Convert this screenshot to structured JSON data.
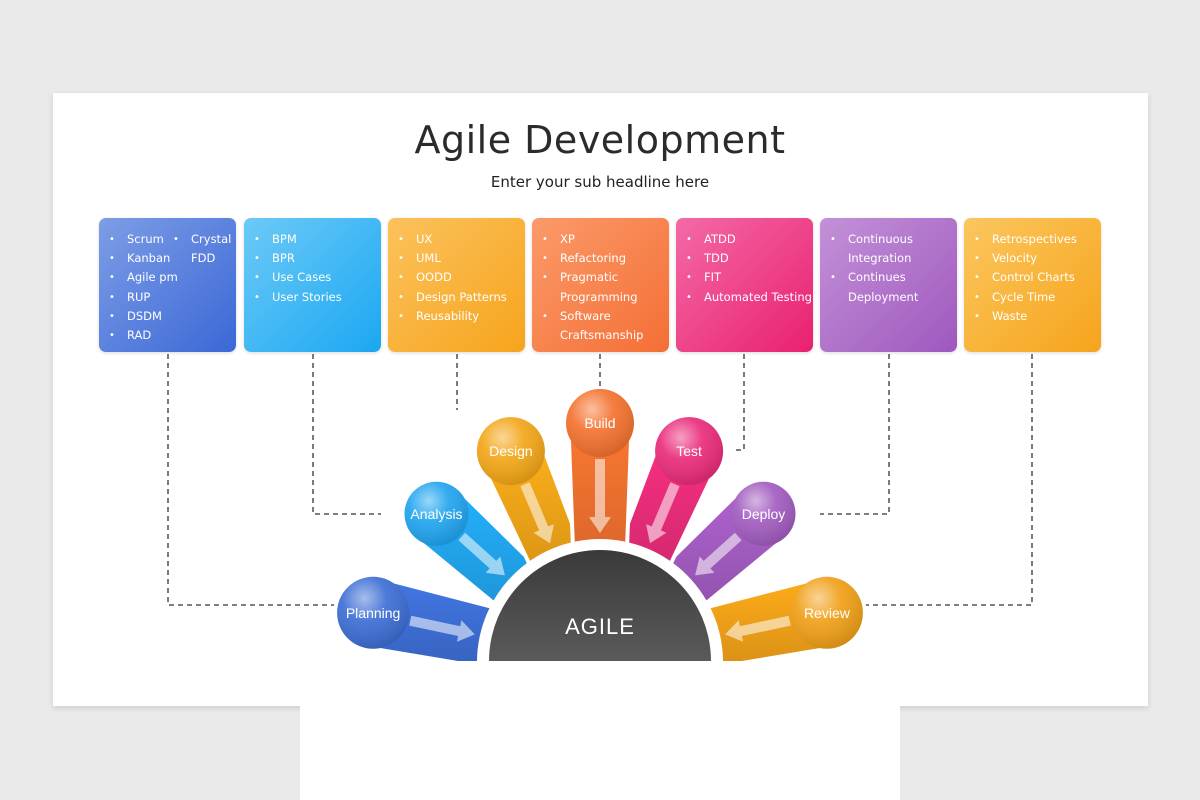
{
  "title": "Agile Development",
  "subtitle": "Enter your sub headline here",
  "center_label": "AGILE",
  "colors": {
    "planning": "#3d6ed4",
    "analysis": "#21a5ef",
    "design": "#f3a618",
    "build": "#f4722f",
    "test": "#ea2c7a",
    "deploy": "#a25cc0",
    "review": "#f0a018",
    "center": "#4a4a4a"
  },
  "boxes": [
    {
      "key": "planning",
      "items": [
        "Scrum",
        "Kanban",
        "Agile pm",
        "RUP",
        "DSDM",
        "RAD"
      ],
      "items_col2": [
        "Crystal",
        "FDD"
      ]
    },
    {
      "key": "analysis",
      "items": [
        "BPM",
        "BPR",
        "Use Cases",
        "User Stories"
      ]
    },
    {
      "key": "design",
      "items": [
        "UX",
        "UML",
        "OODD",
        "Design Patterns",
        "Reusability"
      ]
    },
    {
      "key": "build",
      "items": [
        "XP",
        "Refactoring",
        "Pragmatic",
        "Programming",
        "Software",
        "Craftsmanship"
      ]
    },
    {
      "key": "test",
      "items": [
        "ATDD",
        "TDD",
        "FIT",
        "Automated Testing"
      ]
    },
    {
      "key": "deploy",
      "items": [
        "Continuous",
        "Integration",
        "Continues",
        "Deployment"
      ]
    },
    {
      "key": "review",
      "items": [
        "Retrospectives",
        "Velocity",
        "Control Charts",
        "Cycle Time",
        "Waste"
      ]
    }
  ],
  "phases": {
    "planning": "Planning",
    "analysis": "Analysis",
    "design": "Design",
    "build": "Build",
    "test": "Test",
    "deploy": "Deploy",
    "review": "Review"
  }
}
